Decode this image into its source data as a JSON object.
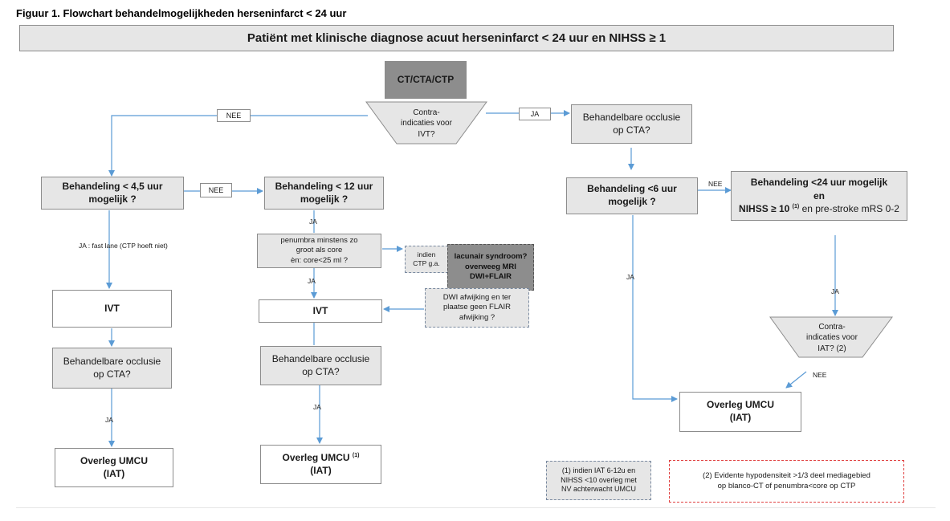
{
  "figure_title": "Figuur 1. Flowchart behandelmogelijkheden herseninfarct < 24 uur",
  "header": "Patiënt met klinische diagnose acuut herseninfarct < 24 uur en NIHSS ≥ 1",
  "ct": "CT/CTA/CTP",
  "contra_ivt": "Contra-\nindicaties voor\nIVT?",
  "nee": "NEE",
  "ja": "JA",
  "left": {
    "treat45": "Behandeling < 4,5 uur\nmogelijk ?",
    "fastlane": "JA :  fast lane (CTP hoeft niet)",
    "ivt": "IVT",
    "occlusion": "Behandelbare occlusie\nop CTA?",
    "overleg": "Overleg UMCU\n(IAT)"
  },
  "middle": {
    "treat12": "Behandeling < 12 uur\nmogelijk ?",
    "penumbra": "penumbra minstens zo\ngroot als core\nèn: core<25 ml ?",
    "indien_ctp": "indien\nCTP  g.a.",
    "lacunair": "lacunair syndroom?\noverweeg MRI\nDWI+FLAIR",
    "dwi": "DWI afwijking en ter\nplaatse geen FLAIR\nafwijking ?",
    "ivt": "IVT",
    "occlusion": "Behandelbare occlusie\nop CTA?",
    "overleg": "Overleg UMCU",
    "overleg_sup": "(1)",
    "iat": "(IAT)"
  },
  "right": {
    "occlusion": "Behandelbare occlusie\nop CTA?",
    "treat6": "Behandeling <6 uur\nmogelijk ?",
    "treat24_line1": "Behandeling <24 uur mogelijk",
    "treat24_line2": "en",
    "treat24_line3": "NIHSS ≥ 10",
    "treat24_sup": "(1)",
    "treat24_line3b": "en pre-stroke mRS 0-2",
    "contra_iat": "Contra-\nindicaties voor\nIAT? (2)",
    "overleg": "Overleg UMCU\n(IAT)"
  },
  "notes": {
    "note1": "(1) indien IAT 6-12u en\nNIHSS <10 overleg met\nNV achterwacht UMCU",
    "note2": "(2) Evidente hypodensiteit >1/3 deel mediagebied\nop blanco-CT of penumbra<core op CTP"
  },
  "colors": {
    "arrow": "#5b9bd5",
    "box_fill": "#e6e6e6",
    "dark_fill": "#8d8d8d",
    "note_red": "#e04040"
  }
}
